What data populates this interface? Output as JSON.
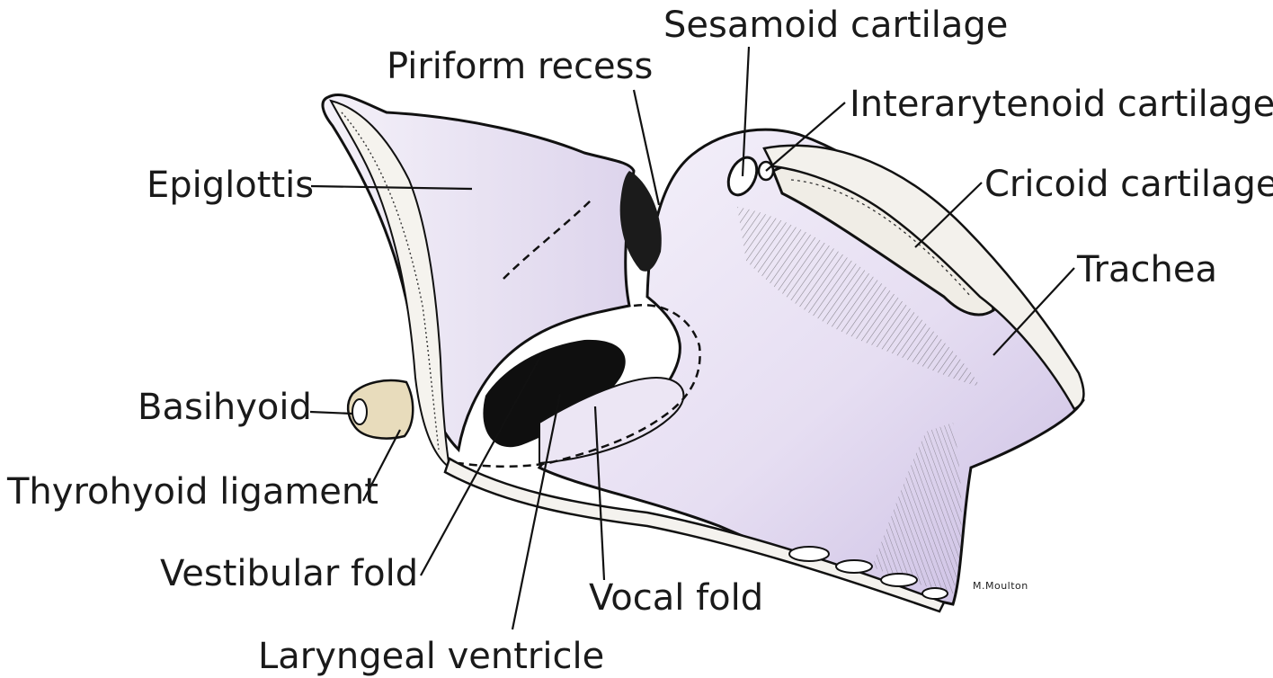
{
  "labels": {
    "sesamoid": "Sesamoid cartilage",
    "piriform": "Piriform recess",
    "interarytenoid": "Interarytenoid cartilage",
    "epiglottis": "Epiglottis",
    "cricoid": "Cricoid cartilage",
    "trachea": "Trachea",
    "basihyoid": "Basihyoid",
    "thyrohyoid": "Thyrohyoid ligament",
    "vestibular": "Vestibular fold",
    "vocal": "Vocal fold",
    "ventricle": "Laryngeal ventricle"
  },
  "signature": "M.Moulton",
  "colors": {
    "mucosa": "#e9e3f3",
    "mucosa_shadow": "#cfc3e6",
    "cartilage": "#f1efe9",
    "bone": "#e8dcbc",
    "ink": "#111111"
  }
}
